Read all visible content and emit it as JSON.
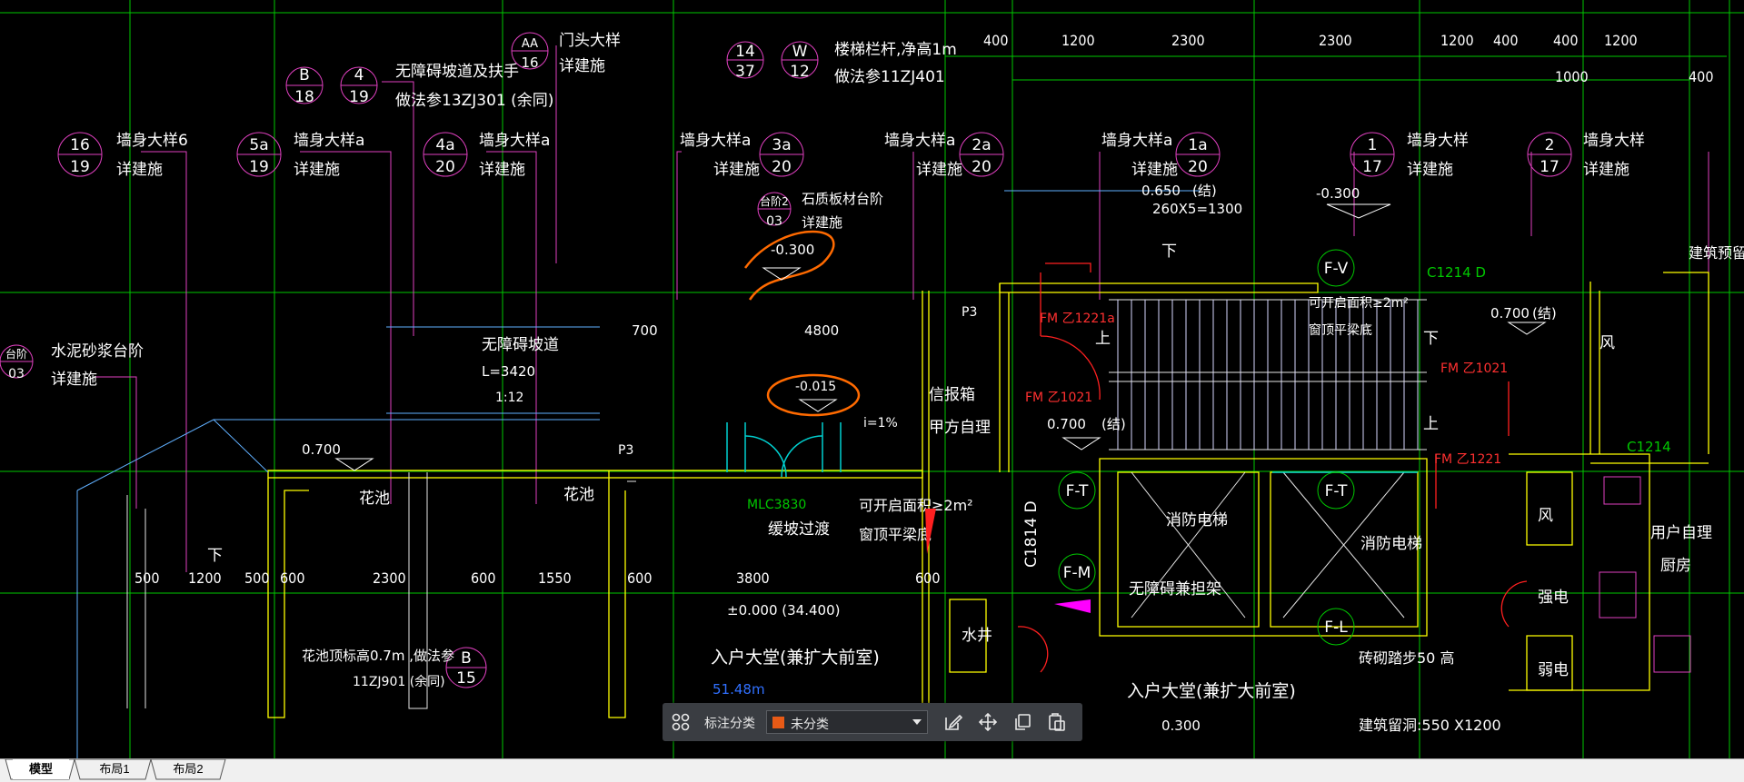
{
  "tabs": [
    {
      "label": "模型",
      "active": true
    },
    {
      "label": "布局1",
      "active": false
    },
    {
      "label": "布局2",
      "active": false
    }
  ],
  "toolbar": {
    "category_label": "标注分类",
    "category_value": "未分类",
    "swatch_color": "#e85a16",
    "icons": [
      "grid-icon",
      "edit-icon",
      "move-icon",
      "copy-icon",
      "paste-icon"
    ]
  },
  "drawing": {
    "top_dims": [
      "400",
      "1200",
      "2300",
      "2300",
      "1200",
      "400",
      "400",
      "1200",
      "1000",
      "400"
    ],
    "callouts": [
      {
        "top": "B",
        "bottom": "18"
      },
      {
        "top": "4",
        "bottom": "19"
      },
      {
        "top": "AA",
        "bottom": "16"
      },
      {
        "top": "14",
        "bottom": "37"
      },
      {
        "top": "W",
        "bottom": "12"
      },
      {
        "top": "16",
        "bottom": "19"
      },
      {
        "top": "5a",
        "bottom": "19"
      },
      {
        "top": "4a",
        "bottom": "20"
      },
      {
        "top": "3a",
        "bottom": "20"
      },
      {
        "top": "2a",
        "bottom": "20"
      },
      {
        "top": "1a",
        "bottom": "20"
      },
      {
        "top": "1",
        "bottom": "17"
      },
      {
        "top": "2",
        "bottom": "17"
      },
      {
        "top": "B",
        "bottom": "15"
      }
    ],
    "labels": {
      "ramp_handrail": "无障碍坡道及扶手",
      "ramp_handrail_ref": "做法参13ZJ301  (余同)",
      "door_detail": "门头大样",
      "detail_ref": "详建施",
      "railing": "楼梯栏杆,净高1m",
      "railing_ref": "做法参11ZJ401",
      "wall_6": "墙身大样6",
      "wall_a": "墙身大样a",
      "wall_plain": "墙身大样",
      "wall_big": "墙身大样",
      "stone_step": "石质板材台阶",
      "step_code": "台阶2",
      "step_sub": "03",
      "lvl_n300": "-0.300",
      "lvl_n300b": "-0.300",
      "lvl_650": "0.650",
      "jie": "(结)",
      "stairs_dim": "260X5=1300",
      "cement_step": "水泥砂浆台阶",
      "cement_code": "台阶",
      "cement_sub": "03",
      "ramp": "无障碍坡道",
      "ramp_l": "L=3420",
      "ramp_ratio": "1:12",
      "dim_4800": "4800",
      "dim_700": "700",
      "lvl_n015": "-0.015",
      "slope": "i=1%",
      "mailbox": "信报箱",
      "owner_self": "甲方自理",
      "lvl_700": "0.700",
      "lvl_700b": "0.700",
      "lvl_700c": "0.700",
      "flower_bed": "花池",
      "flower_bed2": "花池",
      "mlc": "MLC3830",
      "buffer": "缓坡过渡",
      "open_window": "可开启面积≥2m²",
      "window_top": "窗顶平梁底",
      "open_window2": "可开启面积≥2m²",
      "window_top2": "窗顶平梁底",
      "elev1": "消防电梯",
      "elev2": "消防电梯",
      "barrier_free": "无障碍兼担架",
      "water_well": "水井",
      "lobby": "入户大堂(兼扩大前室)",
      "lobby2": "入户大堂(兼扩大前室)",
      "lvl_000": "±0.000  (34.400)",
      "flower_top": "花池顶标高0.7m  ,做法参",
      "flower_ref": "11ZJ901   (余同)",
      "brick_step": "砖砌踏步50 高",
      "reserved_hole": "建筑留洞:550 X1200",
      "lvl_300": "0.300",
      "strong": "强电",
      "weak": "弱电",
      "wind": "风",
      "wind2": "风",
      "kitchen": "厨房",
      "user_self": "用户自理",
      "reserved": "建筑预留",
      "c1214d": "C1214 D",
      "c1214": "C1214",
      "c1814d": "C1814 D",
      "fm1021a": "FM 乙1221a",
      "fm1021b": "FM 乙1021",
      "fm1021c": "FM 乙1021",
      "fm1221": "FM 乙1221",
      "fv": "F-V",
      "ft1": "F-T",
      "ft2": "F-T",
      "fm": "F-M",
      "fl": "F-L",
      "p3a": "P3",
      "p3b": "P3",
      "down": "下",
      "up": "上",
      "note_51": "51.48m",
      "stair_label": "下"
    },
    "bottom_dims": [
      "500",
      "1200",
      "500",
      "600",
      "2300",
      "600",
      "1550",
      "600",
      "3800",
      "600"
    ]
  }
}
